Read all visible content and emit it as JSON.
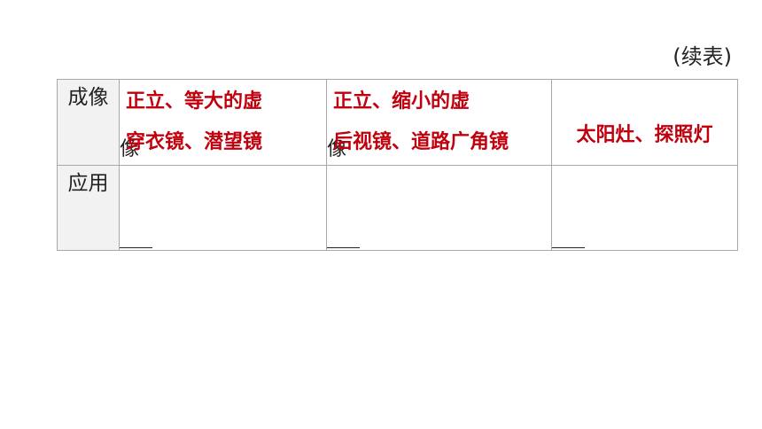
{
  "continued_label": "(续表)",
  "rows": {
    "image_header": "成像",
    "application_header": "应用"
  },
  "cells": [
    {
      "image_answer": "正立、等大的虚",
      "application_answer": "穿衣镜、潜望镜",
      "wrap_char": "像"
    },
    {
      "image_answer": "正立、缩小的虚",
      "application_answer": "后视镜、道路广角镜",
      "wrap_char": "像"
    },
    {
      "application_answer": "太阳灶、探照灯"
    }
  ],
  "colors": {
    "answer_text": "#c0000d",
    "header_background": "#f2f2f2",
    "border": "#a8a8a8"
  }
}
